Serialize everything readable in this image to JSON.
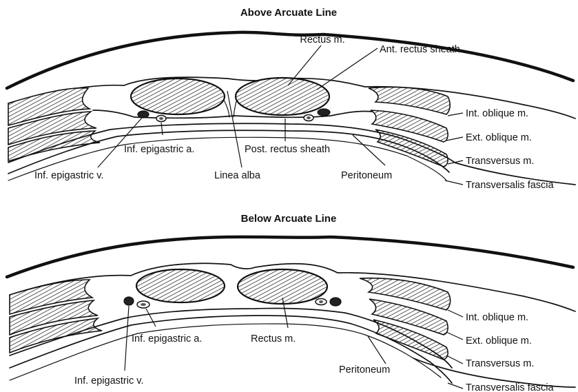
{
  "panels": [
    {
      "title": "Above Arcuate Line",
      "labels": {
        "rectus": "Rectus m.",
        "ant_sheath": "Ant. rectus sheath",
        "int_oblique": "Int. oblique m.",
        "ext_oblique": "Ext. oblique m.",
        "transversus": "Transversus m.",
        "transversalis": "Transversalis fascia",
        "inf_epi_a": "Inf. epigastric a.",
        "post_sheath": "Post. rectus sheath",
        "inf_epi_v": "Inf. epigastric v.",
        "linea_alba": "Linea alba",
        "peritoneum": "Peritoneum"
      }
    },
    {
      "title": "Below Arcuate Line",
      "labels": {
        "int_oblique": "Int. oblique m.",
        "ext_oblique": "Ext. oblique m.",
        "transversus": "Transversus m.",
        "transversalis": "Transversalis fascia",
        "inf_epi_a": "Inf. epigastric a.",
        "rectus": "Rectus m.",
        "peritoneum": "Peritoneum",
        "inf_epi_v": "Inf. epigastric v."
      }
    }
  ]
}
